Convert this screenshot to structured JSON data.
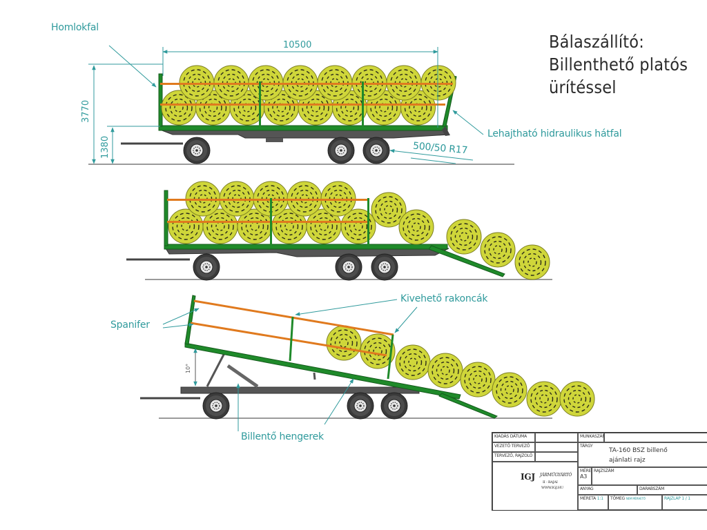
{
  "title": {
    "line1": "Bálaszállító:",
    "line2": "Billenthető platós",
    "line3": "ürítéssel"
  },
  "colors": {
    "frame_green": "#1f8a2a",
    "bale_yellow": "#cfd63a",
    "strap_orange": "#e07a1e",
    "chassis_grey": "#4a4a4a",
    "annotation_teal": "#2f9a9c",
    "ground_grey": "#9a9a9a"
  },
  "view1": {
    "label_front_wall": "Homlokfal",
    "label_rear_wall": "Lehajtható hidraulikus hátfal",
    "label_tyre": "500/50 R17",
    "dim_length": "10500",
    "dim_height_total": "3770",
    "dim_height_platform": "1380",
    "bales_top_row": 8,
    "bales_bottom_row": 8
  },
  "view2": {
    "bales_top_row": 5,
    "bales_bottom_row": 6,
    "bales_rolling_off": 5
  },
  "view3": {
    "label_stakes": "Kivehető rakoncák",
    "label_straps": "Spanifer",
    "label_cylinders": "Billentő hengerek",
    "dim_angle": "10°",
    "bales_on_bed": 2,
    "bales_rolling_off": 6
  },
  "title_block": {
    "issue_date_label": "Kiadás dátuma",
    "lead_designer_label": "Vezető tervező",
    "designer_label": "Tervező, rajzoló",
    "job_number_label": "Munkaszám",
    "subject_label": "Tárgy",
    "subject_line1": "TA-160 BSZ billenő",
    "subject_line2": "ajánlati rajz",
    "size_label": "Méret",
    "size_value": "A3",
    "drawing_number_label": "Rajzszám",
    "material_label": "Anyag",
    "quantity_label": "Darabszám",
    "scale_label": "Méreta",
    "scale_value": "1:1",
    "mass_label": "Tömeg",
    "mass_value": "Nem mérhető",
    "sheet_label": "Rajzlap 1 / 1",
    "company_logo": "IGJ",
    "company_name": "Járműgyártó",
    "company_line2": "II - Bajai",
    "company_web": "www.igj.hu"
  }
}
